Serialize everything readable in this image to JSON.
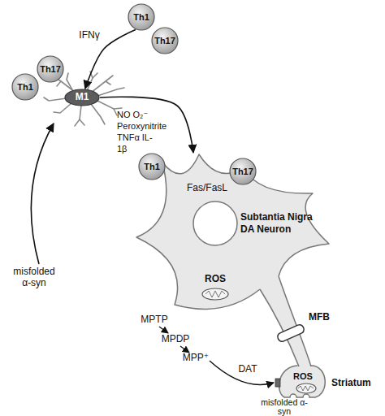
{
  "diagram": {
    "nodes": [
      {
        "text": [
          "Th1"
        ]
      },
      {
        "text": [
          "Th17"
        ]
      },
      {
        "text": [
          "Th17"
        ]
      },
      {
        "text": [
          "Th1"
        ]
      },
      {
        "text": [
          "M1"
        ]
      },
      {
        "text": [
          "Th1"
        ]
      },
      {
        "text": [
          "Th17"
        ]
      },
      {
        "text": [
          "Subtantia Nigra DA Neuron"
        ]
      },
      {
        "text": [
          "MFB"
        ]
      }
    ],
    "edges": [
      {
        "from": 0,
        "to": 4,
        "arrow": "to",
        "label": "IFNγ"
      },
      {
        "from": 4,
        "to": 7,
        "arrow": "to",
        "label": "NO O₂⁻ Peroxynitrite TNFα IL-1β"
      }
    ],
    "labels": [
      "Fas/FasL",
      "ROS",
      "misfolded α-syn",
      "MPTP",
      "MPDP",
      "MPP⁺",
      "DAT",
      "ROS",
      "Striatum",
      "misfolded α-syn"
    ]
  }
}
